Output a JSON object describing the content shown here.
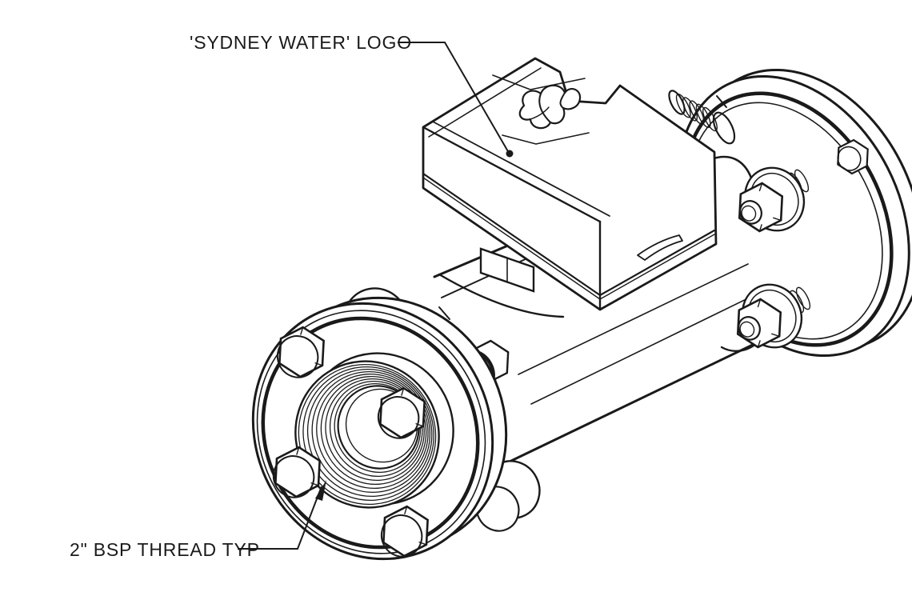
{
  "drawing": {
    "type": "isometric technical drawing of flanged water meter",
    "background_color": "#ffffff",
    "line_color": "#1a1a1a",
    "annotations": [
      {
        "text": "'SYDNEY WATER' LOGO"
      },
      {
        "text": "2\" BSP THREAD TYP"
      }
    ]
  }
}
